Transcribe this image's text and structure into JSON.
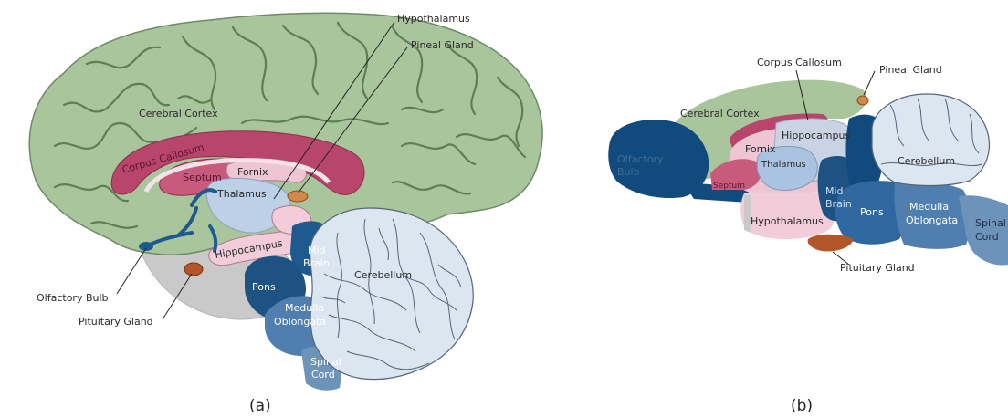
{
  "panel_a": {
    "caption": "(a)",
    "labels": {
      "cerebral_cortex": "Cerebral Cortex",
      "corpus_callosum": "Corpus Callosum",
      "septum": "Septum",
      "fornix": "Fornix",
      "thalamus": "Thalamus",
      "hypothalamus": "Hypothalamus",
      "pineal_gland": "Pineal Gland",
      "hippocampus": "Hippocampus",
      "mid_brain_1": "Mid",
      "mid_brain_2": "Brain",
      "cerebellum": "Cerebellum",
      "pons": "Pons",
      "medulla_1": "Medulla",
      "medulla_2": "Oblongata",
      "spinal_1": "Spinal",
      "spinal_2": "Cord",
      "olfactory_bulb": "Olfactory Bulb",
      "pituitary_gland": "Pituitary Gland"
    }
  },
  "panel_b": {
    "caption": "(b)",
    "labels": {
      "corpus_callosum": "Corpus Callosum",
      "pineal_gland": "Pineal Gland",
      "cerebral_cortex": "Cerebral Cortex",
      "olfactory_1": "Olfactory",
      "olfactory_2": "Bulb",
      "fornix": "Fornix",
      "hippocampus": "Hippocampus",
      "thalamus": "Thalamus",
      "septum": "Septum",
      "cerebellum": "Cerebellum",
      "mid_brain_1": "Mid",
      "mid_brain_2": "Brain",
      "pons": "Pons",
      "medulla_1": "Medulla",
      "medulla_2": "Oblongata",
      "spinal_1": "Spinal",
      "spinal_2": "Cord",
      "hypothalamus": "Hypothalamus",
      "pituitary_gland": "Pituitary Gland"
    }
  },
  "colors": {
    "cortex": "#a9c59b",
    "corpus_callosum": "#b8466c",
    "septum": "#c85a7e",
    "fornix": "#edc5d3",
    "thalamus": "#bcd0e6",
    "hippocampus": "#f2ccd9",
    "brainstem_dark": "#1f5a8f",
    "pons": "#1e5282",
    "medulla": "#4f7eaf",
    "spinal": "#6e93ba",
    "cerebellum": "#dbe6f1",
    "basal_gray": "#c9c9ca",
    "pituitary": "#b2562a",
    "olfactory_dark": "#114b7d"
  }
}
